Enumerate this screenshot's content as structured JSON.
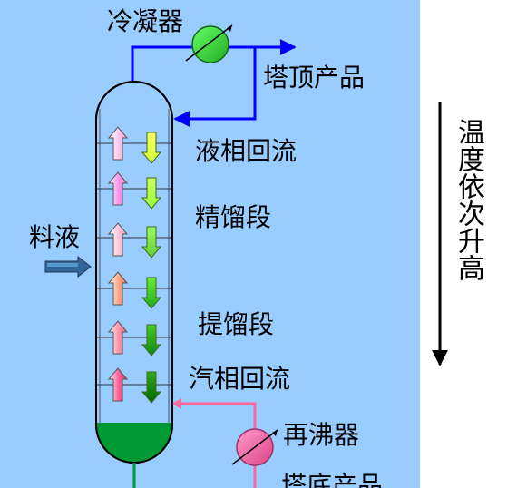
{
  "labels": {
    "condenser": "冷凝器",
    "top_product": "塔顶产品",
    "liquid_reflux": "液相回流",
    "rectifying_section": "精馏段",
    "feed": "料液",
    "stripping_section": "提馏段",
    "vapor_reflux": "汽相回流",
    "reboiler": "再沸器",
    "bottom_product": "塔底产品",
    "temperature_trend": "温度依次升高"
  },
  "colors": {
    "background": "#99ccff",
    "side_panel": "#ffffff",
    "top_pipe": "#0000ff",
    "reboiler_pipe": "#ff6699",
    "condenser": "#33cc33",
    "reboiler": "#ff6699",
    "liquid_pool": "#009933",
    "feed_arrow": "#336699"
  },
  "icons": {
    "condenser": "heat-exchanger-icon",
    "reboiler": "heat-exchanger-icon",
    "vapor_flow": "up-arrow-icon",
    "liquid_flow": "down-arrow-icon"
  }
}
